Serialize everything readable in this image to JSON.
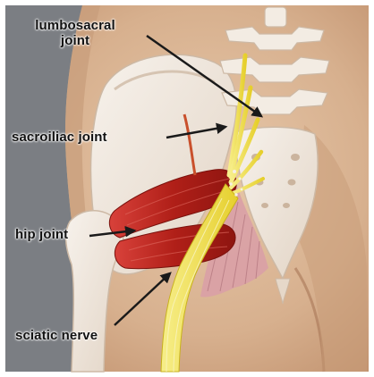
{
  "labels": {
    "lumbosacral_line1": "lumbosacral",
    "lumbosacral_line2": "joint",
    "sacroiliac": "sacroiliac joint",
    "hip": "hip joint",
    "sciatic": "sciatic nerve"
  },
  "colors": {
    "background_gray": "#7b7e83",
    "skin": "#d9b494",
    "bone": "#efe6dc",
    "muscle": "#b82a1f",
    "nerve": "#f2e34a",
    "ligament": "#d9a0a6",
    "arrow": "#1a1a1a"
  }
}
